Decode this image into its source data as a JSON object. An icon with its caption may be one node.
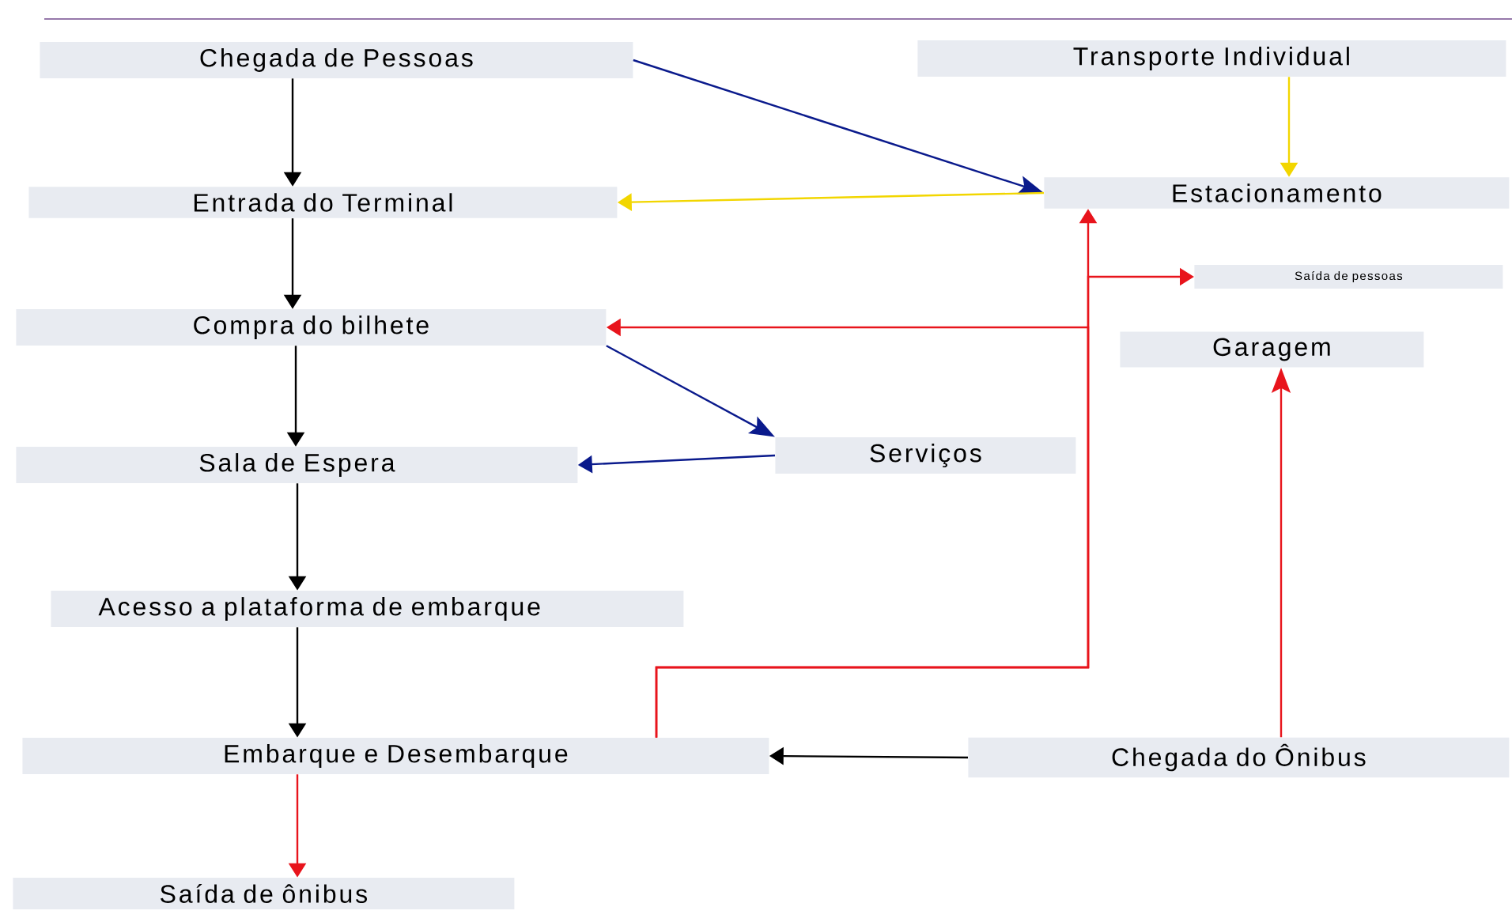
{
  "diagram": {
    "nodes": [
      {
        "text": [
          "Chegada de Pessoas"
        ]
      },
      {
        "text": [
          "Transporte Individual"
        ]
      },
      {
        "text": [
          "Entrada do Terminal"
        ]
      },
      {
        "text": [
          "Estacionamento"
        ]
      },
      {
        "text": [
          "Saída de pessoas"
        ]
      },
      {
        "text": [
          "Compra do bilhete"
        ]
      },
      {
        "text": [
          "Garagem"
        ]
      },
      {
        "text": [
          "Serviços"
        ]
      },
      {
        "text": [
          "Sala de Espera"
        ]
      },
      {
        "text": [
          "Acesso a plataforma de embarque"
        ]
      },
      {
        "text": [
          "Embarque e Desembarque"
        ]
      },
      {
        "text": [
          "Chegada do Ônibus"
        ]
      },
      {
        "text": [
          "Saída de ônibus"
        ]
      }
    ],
    "edges": [
      {
        "from": 0,
        "to": 2,
        "arrow": "to"
      },
      {
        "from": 2,
        "to": 5,
        "arrow": "to"
      },
      {
        "from": 5,
        "to": 8,
        "arrow": "to"
      },
      {
        "from": 8,
        "to": 9,
        "arrow": "to"
      },
      {
        "from": 9,
        "to": 10,
        "arrow": "to"
      },
      {
        "from": 10,
        "to": 12,
        "arrow": "to",
        "color": "#e8141c"
      },
      {
        "from": 0,
        "to": 3,
        "arrow": "to",
        "color": "#0a1a8c"
      },
      {
        "from": 1,
        "to": 3,
        "arrow": "to",
        "color": "#f2d600"
      },
      {
        "from": 3,
        "to": 2,
        "arrow": "to",
        "color": "#f2d600"
      },
      {
        "from": 5,
        "to": 7,
        "arrow": "to",
        "color": "#0a1a8c"
      },
      {
        "from": 7,
        "to": 8,
        "arrow": "to",
        "color": "#0a1a8c"
      },
      {
        "from": 10,
        "to": 3,
        "arrow": "to",
        "color": "#e8141c"
      },
      {
        "from": 10,
        "to": 4,
        "arrow": "to",
        "color": "#e8141c"
      },
      {
        "from": 10,
        "to": 5,
        "arrow": "to",
        "color": "#e8141c"
      },
      {
        "from": 11,
        "to": 6,
        "arrow": "to",
        "color": "#e8141c"
      },
      {
        "from": 11,
        "to": 10,
        "arrow": "to"
      }
    ]
  }
}
